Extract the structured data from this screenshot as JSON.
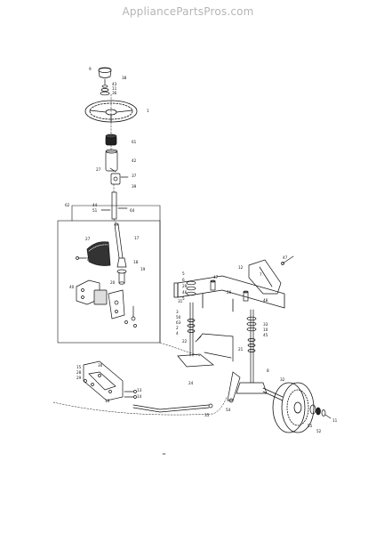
{
  "watermark": "AppliancePartsPros.com",
  "callouts": [
    {
      "id": "c-9",
      "text": "9"
    },
    {
      "id": "c-38",
      "text": "38"
    },
    {
      "id": "c-43",
      "text": "43"
    },
    {
      "id": "c-11a",
      "text": "11"
    },
    {
      "id": "c-36",
      "text": "36"
    },
    {
      "id": "c-1",
      "text": "1"
    },
    {
      "id": "c-61",
      "text": "61"
    },
    {
      "id": "c-42",
      "text": "42"
    },
    {
      "id": "c-27a",
      "text": "27"
    },
    {
      "id": "c-37",
      "text": "37"
    },
    {
      "id": "c-39",
      "text": "39"
    },
    {
      "id": "c-44",
      "text": "44"
    },
    {
      "id": "c-51",
      "text": "51"
    },
    {
      "id": "c-64",
      "text": "64"
    },
    {
      "id": "c-62",
      "text": "62"
    },
    {
      "id": "c-17",
      "text": "17"
    },
    {
      "id": "c-27b",
      "text": "27"
    },
    {
      "id": "c-18",
      "text": "18"
    },
    {
      "id": "c-19",
      "text": "19"
    },
    {
      "id": "c-20",
      "text": "20"
    },
    {
      "id": "c-7a",
      "text": "7"
    },
    {
      "id": "c-40",
      "text": "40"
    },
    {
      "id": "c-5a",
      "text": "5"
    },
    {
      "id": "c-6a",
      "text": "6"
    },
    {
      "id": "c-29a",
      "text": "29"
    },
    {
      "id": "c-46",
      "text": "46"
    },
    {
      "id": "c-5b",
      "text": "5"
    },
    {
      "id": "c-47a",
      "text": "47"
    },
    {
      "id": "c-12",
      "text": "12"
    },
    {
      "id": "c-26",
      "text": "26"
    },
    {
      "id": "c-47b",
      "text": "47"
    },
    {
      "id": "c-31",
      "text": "31"
    },
    {
      "id": "c-48",
      "text": "48"
    },
    {
      "id": "c-3",
      "text": "3"
    },
    {
      "id": "c-50",
      "text": "50"
    },
    {
      "id": "c-63",
      "text": "63"
    },
    {
      "id": "c-2",
      "text": "2"
    },
    {
      "id": "c-4",
      "text": "4"
    },
    {
      "id": "c-33",
      "text": "33"
    },
    {
      "id": "c-10",
      "text": "10"
    },
    {
      "id": "c-45",
      "text": "45"
    },
    {
      "id": "c-22",
      "text": "22"
    },
    {
      "id": "c-21",
      "text": "21"
    },
    {
      "id": "c-15",
      "text": "15"
    },
    {
      "id": "c-28",
      "text": "28"
    },
    {
      "id": "c-29b",
      "text": "29"
    },
    {
      "id": "c-30",
      "text": "30"
    },
    {
      "id": "c-13",
      "text": "13"
    },
    {
      "id": "c-14",
      "text": "14"
    },
    {
      "id": "c-16",
      "text": "16"
    },
    {
      "id": "c-24",
      "text": "24"
    },
    {
      "id": "c-35",
      "text": "35"
    },
    {
      "id": "c-54",
      "text": "54"
    },
    {
      "id": "c-8",
      "text": "8"
    },
    {
      "id": "c-32",
      "text": "32"
    },
    {
      "id": "c-55",
      "text": "55"
    },
    {
      "id": "c-52",
      "text": "52"
    },
    {
      "id": "c-11b",
      "text": "11"
    },
    {
      "id": "c-7b",
      "text": "7"
    }
  ]
}
